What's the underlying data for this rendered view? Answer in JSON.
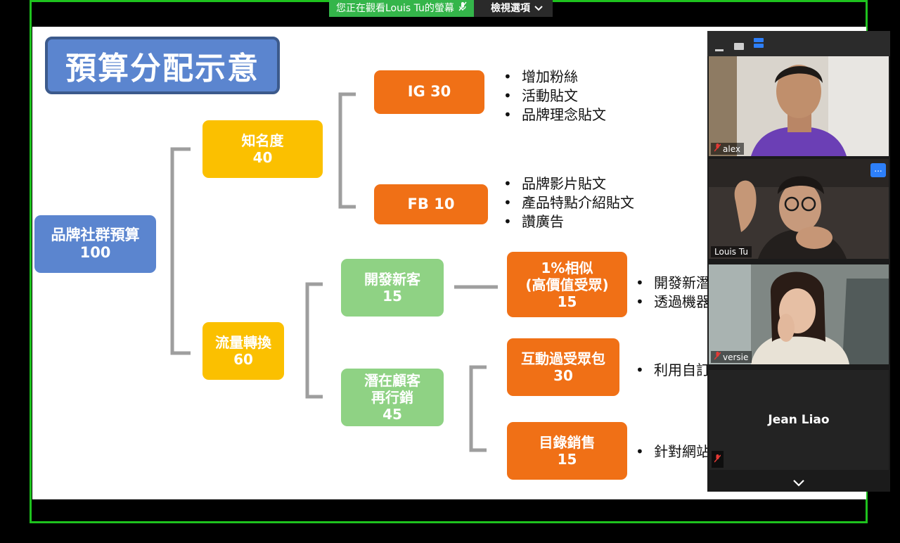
{
  "banner": {
    "viewing_text": "您正在觀看Louis Tu的螢幕",
    "view_options": "檢視選項"
  },
  "slide": {
    "title": "預算分配示意",
    "root": {
      "line1": "品牌社群預算",
      "line2": "100"
    },
    "awareness": {
      "line1": "知名度",
      "line2": "40"
    },
    "conversion": {
      "line1": "流量轉換",
      "line2": "60"
    },
    "ig": "IG 30",
    "fb": "FB 10",
    "new_customers": {
      "line1": "開發新客",
      "line2": "15"
    },
    "retargeting": {
      "line1": "潛在顧客",
      "line2": "再行銷",
      "line3": "45"
    },
    "lookalike": {
      "line1": "1%相似",
      "line2": "(高價值受眾)",
      "line3": "15"
    },
    "engagement": {
      "line1": "互動過受眾包",
      "line2": "30"
    },
    "catalog": {
      "line1": "目錄銷售",
      "line2": "15"
    },
    "ig_bullets": [
      "增加粉絲",
      "活動貼文",
      "品牌理念貼文"
    ],
    "fb_bullets": [
      "品牌影片貼文",
      "產品特點介紹貼文",
      "讚廣告"
    ],
    "lookalike_bullets": [
      "開發新潛",
      "透過機器"
    ],
    "engagement_bullets": [
      "利用自訂受眾名單"
    ],
    "catalog_bullets": [
      "針對網站"
    ]
  },
  "participants": {
    "alex": "alex",
    "louis": "Louis Tu",
    "versie": "versie",
    "jean": "Jean Liao",
    "more_label": "..."
  },
  "colors": {
    "active_speaker": "#c8e67a",
    "frame": "#1ec21e",
    "blue": "#5b85cf",
    "yellow": "#fbc000",
    "orange": "#f07016",
    "green": "#8fd284"
  }
}
